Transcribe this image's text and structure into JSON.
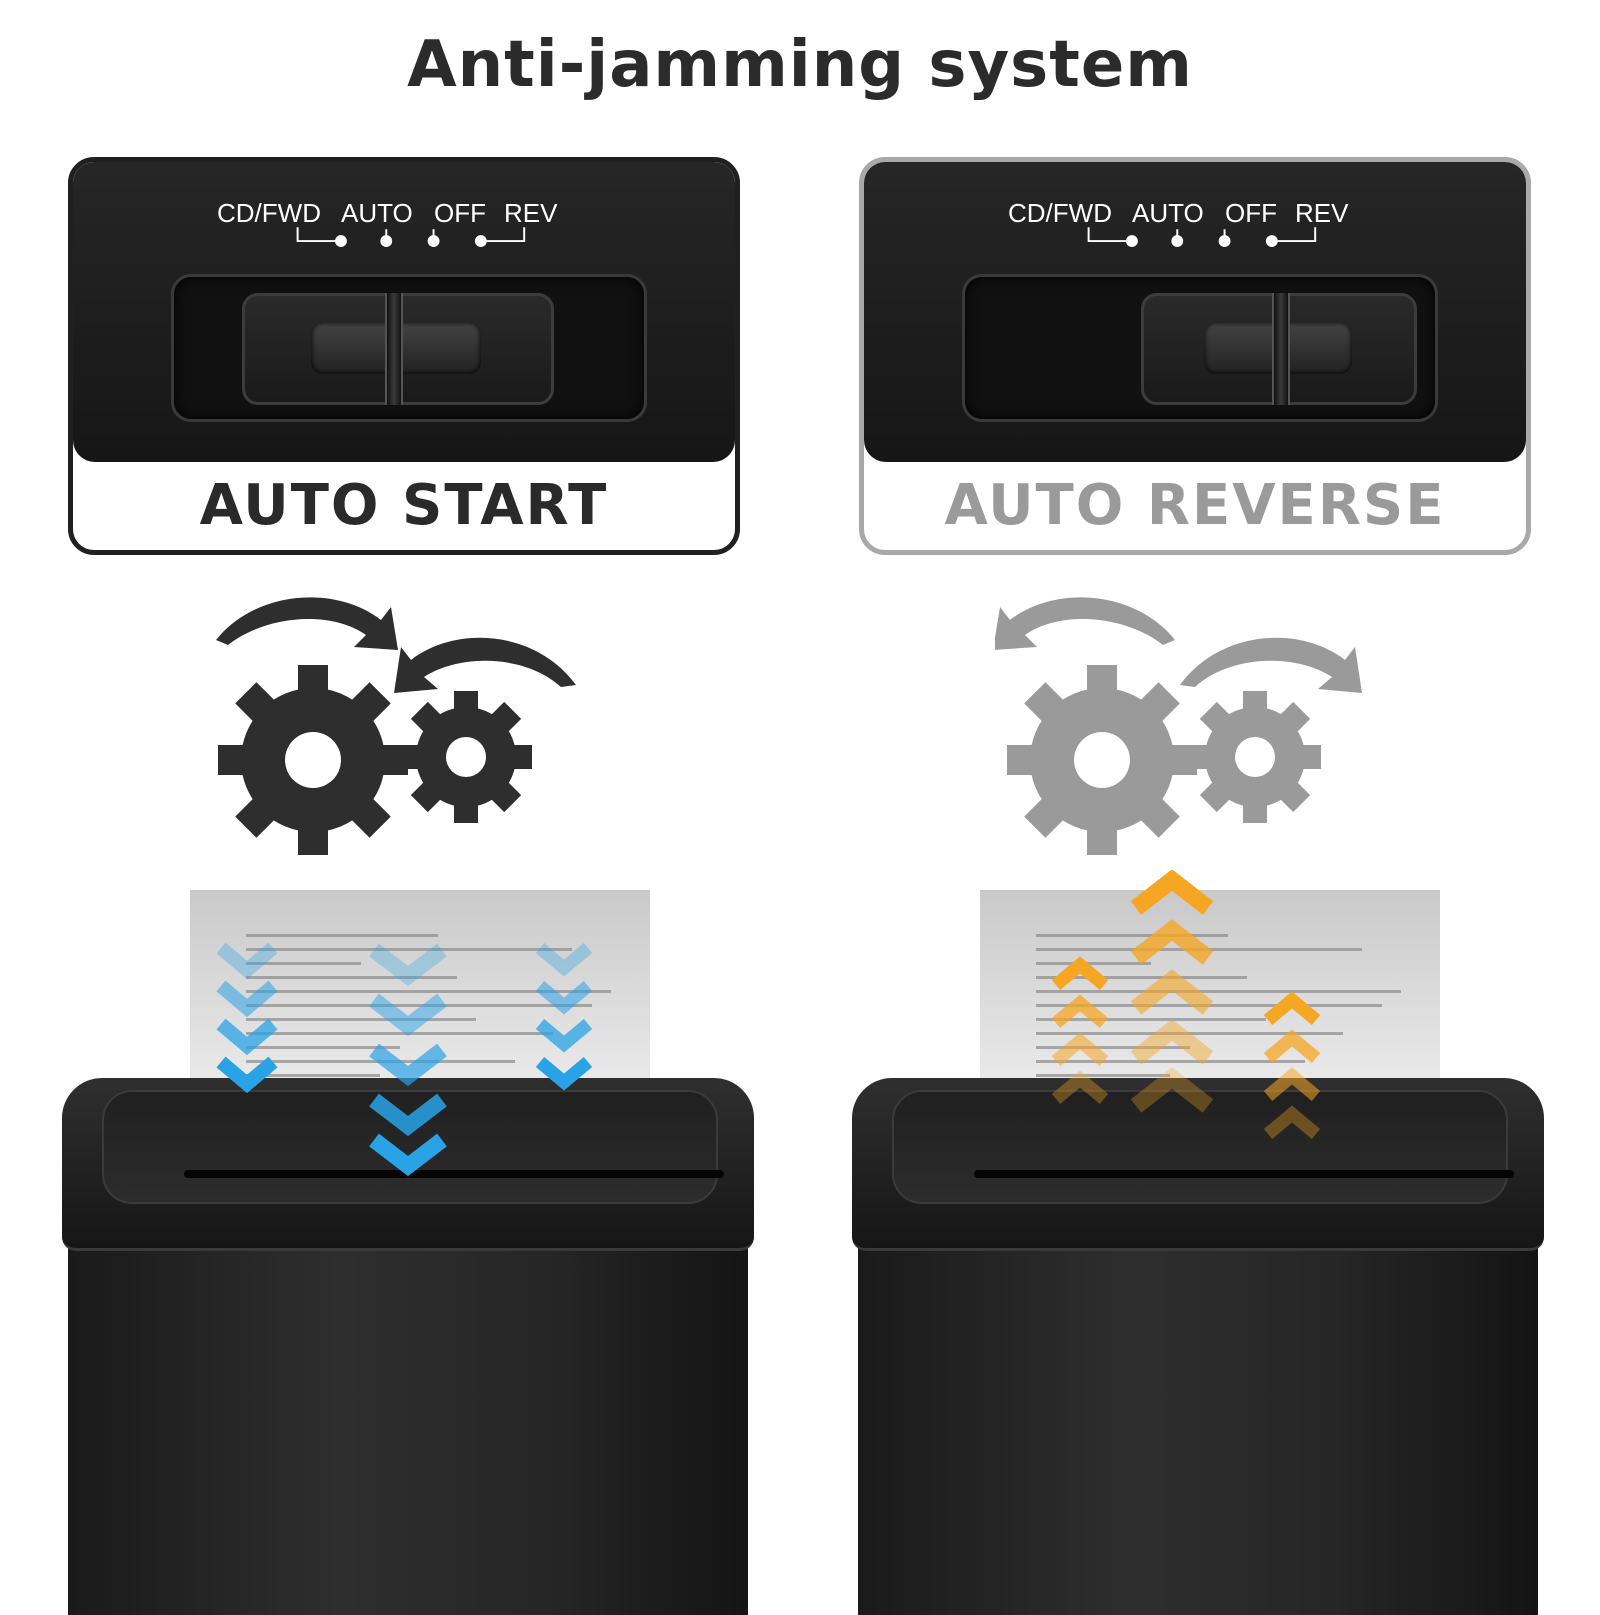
{
  "title": "Anti-jamming system",
  "switch_positions": [
    "CD/FWD",
    "AUTO",
    "OFF",
    "REV"
  ],
  "modes": [
    {
      "label": "AUTO START",
      "label_color": "#2a2a2a",
      "border_color": "#202020",
      "gear_color": "#2e2e2e",
      "arrow_color": "#2e2e2e",
      "flow_direction": "down",
      "flow_color": "#29a3e6"
    },
    {
      "label": "AUTO REVERSE",
      "label_color": "#9a9a9a",
      "border_color": "#a9a9a9",
      "gear_color": "#9a9a9a",
      "arrow_color": "#9a9a9a",
      "flow_direction": "up",
      "flow_color": "#f5a623"
    }
  ],
  "icons": [
    "gear-icon",
    "rotation-arrow-icon",
    "chevron-down-icon",
    "chevron-up-icon"
  ],
  "colors": {
    "background": "#ffffff",
    "panel": "#1c1c1c",
    "shredder": "#222222"
  }
}
